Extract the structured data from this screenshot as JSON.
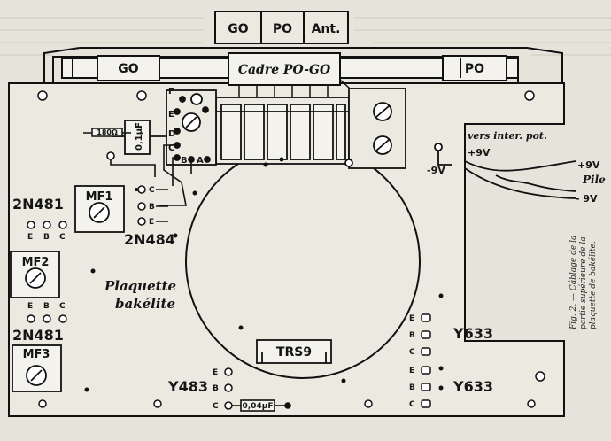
{
  "top_tabs": {
    "go": "GO",
    "po": "PO",
    "ant": "Ant."
  },
  "rod": {
    "go": "GO",
    "po": "PO",
    "cadre": "Cadre PO-GO"
  },
  "components": {
    "res_top": "180Ω",
    "cap_top": "0,1µF",
    "cap_bottom": "0,04µF",
    "trs9": "TRS9"
  },
  "transformers": {
    "mf1": "MF1",
    "mf2": "MF2",
    "mf3": "MF3"
  },
  "transistors": {
    "t1": "2N481",
    "t2": "2N484",
    "t3": "2N481",
    "t4": "Y483",
    "t5": "Y633",
    "t6": "Y633"
  },
  "board_label": {
    "line1": "Plaquette",
    "line2": "bakélite"
  },
  "pins": {
    "e": "E",
    "b": "B",
    "c": "C",
    "f": "F",
    "a": "A",
    "d": "D"
  },
  "battery": {
    "vers": "vers inter. pot.",
    "plus9_inner": "+9V",
    "minus9_inner": "-9V",
    "plus9_outer": "+9V",
    "pile": "Pile",
    "minus9_outer": "- 9V"
  },
  "caption": {
    "line1": "Fig. 2. — Câblage de la",
    "line2": "partie supérieure de la",
    "line3": "plaquette de bakélite."
  }
}
